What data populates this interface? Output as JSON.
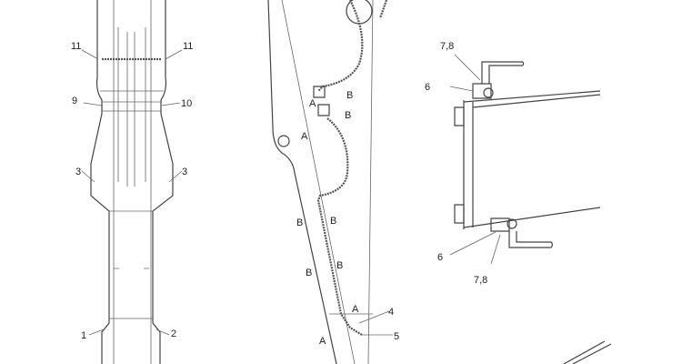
{
  "labels": {
    "left": [
      "11",
      "11",
      "9",
      "10",
      "3",
      "3",
      "1",
      "2"
    ],
    "middle": [
      "A",
      "B",
      "B",
      "A",
      "B",
      "B",
      "B",
      "B",
      "A",
      "4",
      "5",
      "A"
    ],
    "right": [
      "7,8",
      "6",
      "6",
      "7,8"
    ]
  }
}
